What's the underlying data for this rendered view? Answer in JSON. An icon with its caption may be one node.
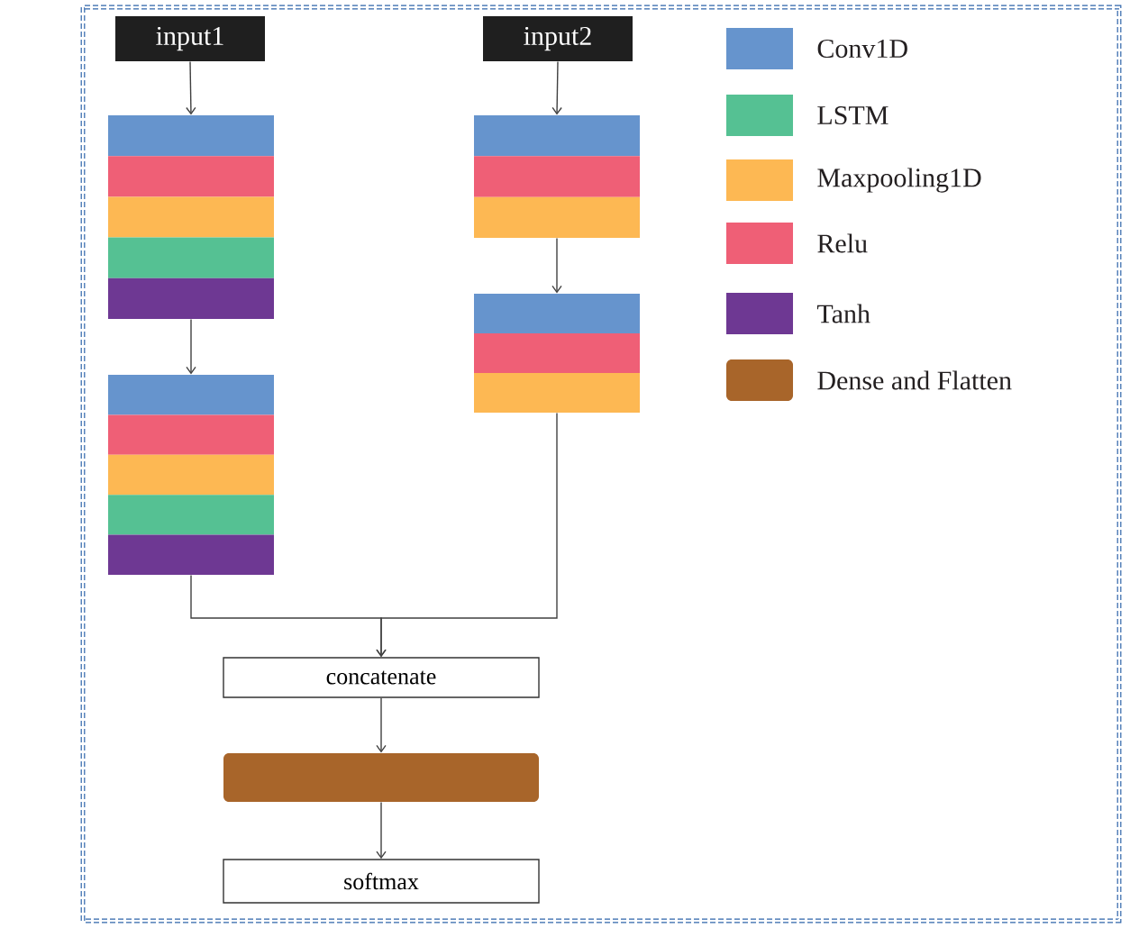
{
  "diagram": {
    "nodes": [
      {
        "text": [
          "input1"
        ]
      },
      {
        "text": [
          "input2"
        ]
      },
      {
        "text": [],
        "shape": "box"
      },
      {
        "text": [],
        "shape": "box"
      },
      {
        "text": [],
        "shape": "box"
      },
      {
        "text": [],
        "shape": "box"
      },
      {
        "text": [
          "concatenate"
        ]
      },
      {
        "text": [],
        "shape": "box"
      },
      {
        "text": [
          "softmax"
        ]
      }
    ],
    "edges": [
      {
        "from": 0,
        "to": 2,
        "arrow": "to"
      },
      {
        "from": 2,
        "to": 3,
        "arrow": "to"
      },
      {
        "from": 1,
        "to": 4,
        "arrow": "to"
      },
      {
        "from": 4,
        "to": 5,
        "arrow": "to"
      },
      {
        "from": 3,
        "to": 6,
        "arrow": "to"
      },
      {
        "from": 5,
        "to": 6,
        "arrow": "to"
      },
      {
        "from": 6,
        "to": 7,
        "arrow": "to"
      },
      {
        "from": 7,
        "to": 8,
        "arrow": "to"
      }
    ],
    "legend": [
      {
        "text": "Conv1D",
        "color": "#6694cd"
      },
      {
        "text": "LSTM",
        "color": "#55c193"
      },
      {
        "text": "Maxpooling1D",
        "color": "#fdb853"
      },
      {
        "text": "Relu",
        "color": "#ef5f76"
      },
      {
        "text": "Tanh",
        "color": "#6e3893"
      },
      {
        "text": "Dense and Flatten",
        "color": "#a8652a"
      }
    ]
  }
}
